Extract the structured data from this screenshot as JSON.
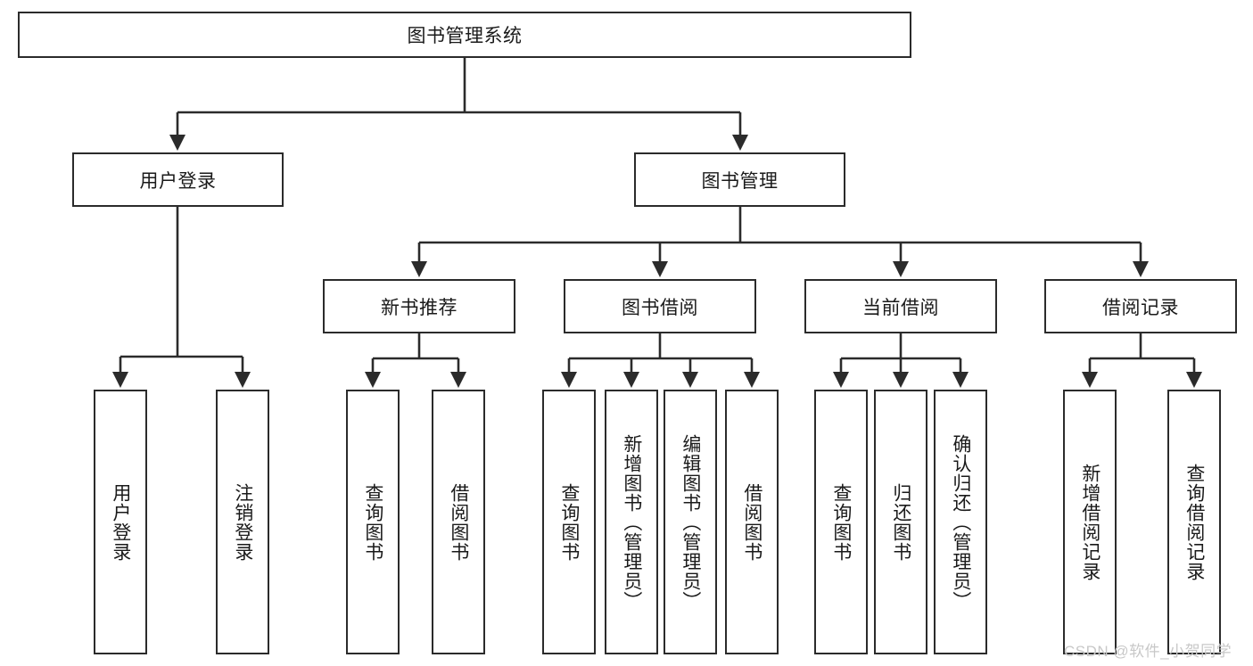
{
  "diagram": {
    "type": "tree-hierarchy",
    "title": "图书管理系统",
    "watermark": "CSDN @软件_小贺同学",
    "colors": {
      "box_border": "#2b2b2b",
      "box_fill": "#ffffff",
      "edge": "#2b2b2b",
      "text": "#1a1a1a",
      "watermark": "#c8c8c8"
    },
    "root": {
      "id": "root",
      "label": "图书管理系统",
      "orientation": "horizontal"
    },
    "level2": [
      {
        "id": "user-login",
        "label": "用户登录",
        "orientation": "horizontal"
      },
      {
        "id": "book-management",
        "label": "图书管理",
        "orientation": "horizontal"
      }
    ],
    "level3": [
      {
        "id": "new-book-recommend",
        "label": "新书推荐",
        "orientation": "horizontal",
        "parent": "book-management"
      },
      {
        "id": "book-borrow",
        "label": "图书借阅",
        "orientation": "horizontal",
        "parent": "book-management"
      },
      {
        "id": "current-borrow",
        "label": "当前借阅",
        "orientation": "horizontal",
        "parent": "book-management"
      },
      {
        "id": "borrow-record",
        "label": "借阅记录",
        "orientation": "horizontal",
        "parent": "book-management"
      }
    ],
    "leaves": [
      {
        "id": "leaf-user-login",
        "label": "用户登录",
        "orientation": "vertical",
        "parent": "user-login"
      },
      {
        "id": "leaf-user-logout",
        "label": "注销登录",
        "orientation": "vertical",
        "parent": "user-login"
      },
      {
        "id": "leaf-query-book-1",
        "label": "查询图书",
        "orientation": "vertical",
        "parent": "new-book-recommend"
      },
      {
        "id": "leaf-borrow-book-1",
        "label": "借阅图书",
        "orientation": "vertical",
        "parent": "new-book-recommend"
      },
      {
        "id": "leaf-query-book-2",
        "label": "查询图书",
        "orientation": "vertical",
        "parent": "book-borrow"
      },
      {
        "id": "leaf-add-book",
        "label": "新增图书（管理员）",
        "orientation": "vertical",
        "parent": "book-borrow"
      },
      {
        "id": "leaf-edit-book",
        "label": "编辑图书（管理员）",
        "orientation": "vertical",
        "parent": "book-borrow"
      },
      {
        "id": "leaf-borrow-book-2",
        "label": "借阅图书",
        "orientation": "vertical",
        "parent": "book-borrow"
      },
      {
        "id": "leaf-query-book-3",
        "label": "查询图书",
        "orientation": "vertical",
        "parent": "current-borrow"
      },
      {
        "id": "leaf-return-book",
        "label": "归还图书",
        "orientation": "vertical",
        "parent": "current-borrow"
      },
      {
        "id": "leaf-confirm-return",
        "label": "确认归还（管理员）",
        "orientation": "vertical",
        "parent": "current-borrow"
      },
      {
        "id": "leaf-add-record",
        "label": "新增借阅记录",
        "orientation": "vertical",
        "parent": "borrow-record"
      },
      {
        "id": "leaf-query-record",
        "label": "查询借阅记录",
        "orientation": "vertical",
        "parent": "borrow-record"
      }
    ]
  }
}
